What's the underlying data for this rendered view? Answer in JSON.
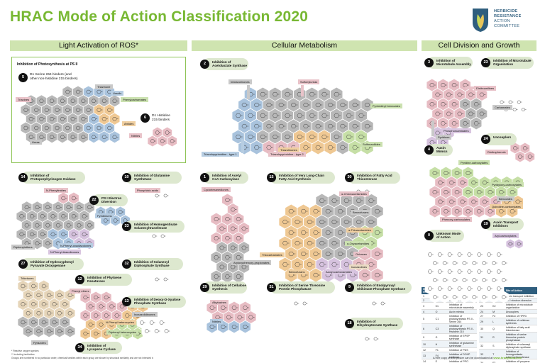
{
  "title": "HRAC Mode of Action Classification 2020",
  "logo": {
    "line1": "HERBICIDE",
    "line2": "RESISTANCE",
    "line3": "ACTION",
    "line4": "COMMITTEE"
  },
  "columns": {
    "light": "Light Activation of ROS*",
    "cellular": "Cellular Metabolism",
    "division": "Cell Division and Growth"
  },
  "ps2": {
    "heading": "Inhibition of Photosynthesis at PS II",
    "group5": {
      "num": "5",
      "l1": "D1 Serine 264 binders (and",
      "l2": "other non-histidine 215 binders)"
    },
    "group6": {
      "num": "6",
      "l1": "D1 Histidine",
      "l2": "215 binders"
    },
    "labels": {
      "triazinone": "Triazinone",
      "triazines": "Triazines",
      "uracils": "Uracils",
      "phenylcarbamates": "Phenylcarbamates",
      "amides": "Amides",
      "ureas": "Ureas",
      "nitriles": "Nitriles"
    }
  },
  "groups": {
    "g14": {
      "num": "14",
      "l1": "Inhibition of",
      "l2": "Protoporphyrinogen Oxidase"
    },
    "g10": {
      "num": "10",
      "l1": "Inhibition of Glutamine",
      "l2": "Synthetase"
    },
    "g22": {
      "num": "22",
      "l1": "PS I Electron",
      "l2": "Diversion"
    },
    "g33": {
      "num": "33",
      "l1": "Inhibition of Homogentisate",
      "l2": "Solanesyltransferase"
    },
    "g27": {
      "num": "27",
      "l1": "Inhibition of Hydroxyphenyl",
      "l2": "Pyruvate Dioxygenase"
    },
    "g32": {
      "num": "32",
      "l1": "Inhibition of Solanesyl",
      "l2": "Diphosphate Synthase"
    },
    "g12": {
      "num": "12",
      "l1": "Inhibition of Phytoene",
      "l2": "Desaturase"
    },
    "g13": {
      "num": "13",
      "l1": "Inhibition of Deoxy-D-Xyulose",
      "l2": "Phosphate Synthase"
    },
    "g34": {
      "num": "34",
      "l1": "Inhibition of",
      "l2": "Lycopene Cyclase"
    },
    "g2": {
      "num": "2",
      "l1": "Inhibition of",
      "l2": "Acetolactate Synthase"
    },
    "g1": {
      "num": "1",
      "l1": "Inhibition of Acetyl",
      "l2": "CoA Carboxylase"
    },
    "g15": {
      "num": "15",
      "l1": "Inhibition of Very Long-Chain",
      "l2": "Fatty Acid Synthesis"
    },
    "g30": {
      "num": "30",
      "l1": "Inhibition of Fatty Acid",
      "l2": "Thioesterase"
    },
    "g29": {
      "num": "29",
      "l1": "Inhibition of Cellulose",
      "l2": "Synthesis"
    },
    "g31": {
      "num": "31",
      "l1": "Inhibition of Serine Threonine",
      "l2": "Protein Phosphatase"
    },
    "g9": {
      "num": "9",
      "l1": "Inhibition of Enolpyruvyl",
      "l2": "Shikimate Phosphate Synthase"
    },
    "g18": {
      "num": "18",
      "l1": "Inhibition of",
      "l2": "Dihydropteroate Synthase"
    },
    "g3": {
      "num": "3",
      "l1": "Inhibition of",
      "l2": "Microtubule Assembly"
    },
    "g23": {
      "num": "23",
      "l1": "Inhibition of Microtubule",
      "l2": "Organization"
    },
    "g24": {
      "num": "24",
      "l1": "Uncouplers",
      "l2": ""
    },
    "g4": {
      "num": "4",
      "l1": "Auxin",
      "l2": "Mimics"
    },
    "g19": {
      "num": "19",
      "l1": "Auxin Transport",
      "l2": "Inhibitors"
    },
    "g0": {
      "num": "0",
      "l1": "Unknown Mode",
      "l2": "of Action"
    }
  },
  "chemlabels": {
    "nphenylimides": "N-Phenylimides",
    "diphenylethers": "Diphenylethers",
    "nphenyloxadiazolones": "N-Phenyl-oxadiazolones",
    "nphenyltriazolinones": "N-Phenyl-triazolinones",
    "phosphinic": "Phosphinic acids",
    "pyridiniums": "Pyridiniums",
    "triketones": "Triketones",
    "pyrazoles": "Pyrazoles",
    "phenylethers": "Phenyl ethers",
    "nphenylheterocycles": "N-Phenyl heterocycles",
    "diphenylheterocycles": "Diphenyl heterocycles",
    "isoxazolidinones": "Isoxazolidinones",
    "imidazolinones": "Imidazolinones",
    "sulfonylureas": "Sulfonylureas",
    "pyrimidinylbenzoates": "Pyrimidinyl benzoates",
    "sulfonanilides": "Sulfonanilides",
    "triazolopyrimidine1": "Triazolopyrimidine - type 1",
    "triazolinones": "Triazolinones",
    "triazolopyrimidine2": "Triazolopyrimidine - type 2",
    "cyclohexanediones": "Cyclohexanediones",
    "aryloxyphenoxy": "Aryloxyphenoxy-propionates",
    "achloroacetamides": "α-Chloroacetamides",
    "benzofurans": "Benzofurans",
    "athioacetamides": "α-Thioacetamides",
    "aoxyacetamides": "α-Oxyacetamides",
    "oxiranes": "Oxiranes",
    "isoxazolines": "Isoxazolines",
    "thiocarbamates": "Thiocarbamates",
    "azolylcarboxamides": "Azolyl-carboxamides",
    "alkylazines": "Alkylazines",
    "nitriles2": "Nitriles",
    "dinitroanilines": "Dinitroanilines",
    "carbamates": "Carbamates",
    "phosphoroamidates": "Phosphoroamidates",
    "pyridines": "Pyridines",
    "dinitrophenols": "Dinitrophenols",
    "pyridinecarboxylates": "Pyridine-carboxylates",
    "pyridyloxycarboxylates": "Pyridyloxy-carboxylates",
    "benzoates": "Benzoates",
    "quinolinecarboxylates": "Quinoline-carboxylates",
    "phenoxycarboxylates": "Phenoxy-carboxylates",
    "arylcarboxylates": "Aryl-carboxylates"
  },
  "moa_table": {
    "headers": [
      "HRAC Group",
      "Legacy HRAC",
      "Site of Action"
    ],
    "rows_left": [
      [
        "1",
        "A",
        "Inhibition of ACCase"
      ],
      [
        "2",
        "B",
        "Inhibition of ALS"
      ],
      [
        "3",
        "K1",
        "Inhibition of microtubule assembly"
      ],
      [
        "4",
        "O",
        "Auxin mimics"
      ],
      [
        "5",
        "C1",
        "Inhibition of photosynthesis PS II - Serine 264"
      ],
      [
        "6",
        "C3",
        "Inhibition of photosynthesis PS II - Histidine 215"
      ],
      [
        "9",
        "G",
        "Inhibition of EPSP synthase"
      ],
      [
        "10",
        "H",
        "Inhibition of glutamine synthetase"
      ],
      [
        "12",
        "F1",
        "Inhibition of PDS"
      ],
      [
        "13",
        "F4",
        "Inhibition of DOXP synthase"
      ],
      [
        "14",
        "E",
        "Inhibition of PPO"
      ],
      [
        "15",
        "K3",
        "Inhibition of VLCFA"
      ],
      [
        "18",
        "I",
        "DHP inhibition"
      ]
    ],
    "rows_right": [
      [
        "19",
        "P",
        "Auxin transport inhibition"
      ],
      [
        "22",
        "D",
        "PS I electron diversion"
      ],
      [
        "23",
        "K2",
        "Inhibition of microtubule organization"
      ],
      [
        "24",
        "M",
        "Uncouplers"
      ],
      [
        "27",
        "F2",
        "Inhibition of HPPD"
      ],
      [
        "29",
        "L",
        "Inhibition of cellulose synthesis"
      ],
      [
        "30",
        "Q",
        "Inhibition of fatty acid thioesterase"
      ],
      [
        "31",
        "R",
        "Inhibition of serine threonine protein phosphatase"
      ],
      [
        "32",
        "S",
        "Inhibition of solanesyl diphosphate synthase"
      ],
      [
        "33",
        "T",
        "Inhibition of homogentisate solanesyltransferase"
      ],
      [
        "34",
        "F3",
        "Inhibition of lycopene cyclase"
      ],
      [
        "0",
        "Z",
        "Unknown mode of action"
      ]
    ]
  },
  "footnotes": {
    "f1": "* Reactive oxygen species",
    "f2": "** Including herbicides",
    "f3": "Groups are numbered in no particular order; chemical families within each group are shown by structural similarity and are not intended to indicate relative risk of resistance."
  },
  "download": {
    "text": "A free copy of this poster can be downloaded at",
    "url": "www.hracglobal.com"
  }
}
